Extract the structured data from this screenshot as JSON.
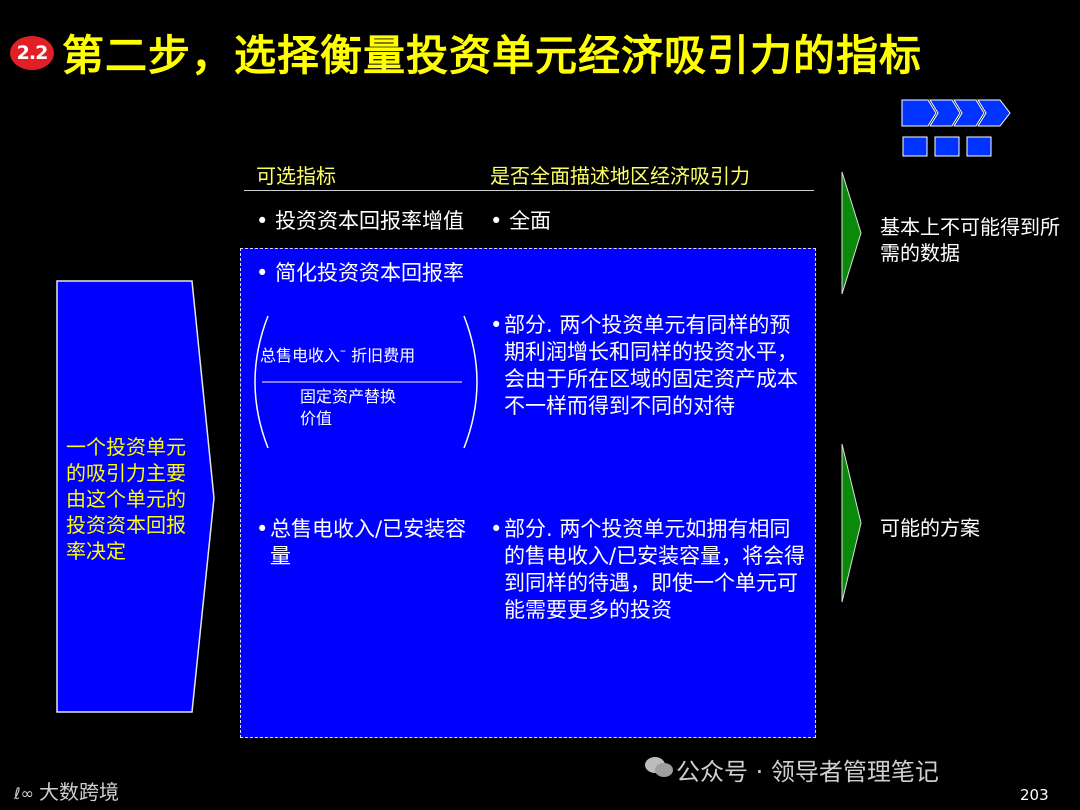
{
  "header": {
    "section_number": "2.2",
    "title": "第二步，选择衡量投资单元经济吸引力的指标"
  },
  "left_box": {
    "text": "一个投资单元的吸引力主要由这个单元的投资资本回报率决定"
  },
  "table": {
    "col1_header": "可选指标",
    "col2_header": "是否全面描述地区经济吸引力",
    "row1": {
      "metric": "投资资本回报率增值",
      "assessment": "全面"
    },
    "row2": {
      "metric": "简化投资资本回报率",
      "formula_numerator_a": "总售电收入",
      "formula_minus": "–",
      "formula_numerator_b": "折旧费用",
      "formula_denominator_1": "固定资产替换",
      "formula_denominator_2": "价值",
      "assessment": "部分. 两个投资单元有同样的预期利润增长和同样的投资水平，会由于所在区域的固定资产成本不一样而得到不同的对待"
    },
    "row3": {
      "metric": "总售电收入/已安装容量",
      "assessment": "部分. 两个投资单元如拥有相同的售电收入/已安装容量，将会得到同样的待遇，即使一个单元可能需要更多的投资"
    }
  },
  "outcomes": {
    "top": "基本上不可能得到所需的数据",
    "bottom": "可能的方案"
  },
  "footer": {
    "watermark": "公众号 · 领导者管理笔记",
    "logo_text": "大数跨境",
    "page_number": "203"
  },
  "colors": {
    "title": "#ffff00",
    "badge": "#e21f26",
    "panel": "#0000ff",
    "arrow": "#0a8a0a"
  }
}
